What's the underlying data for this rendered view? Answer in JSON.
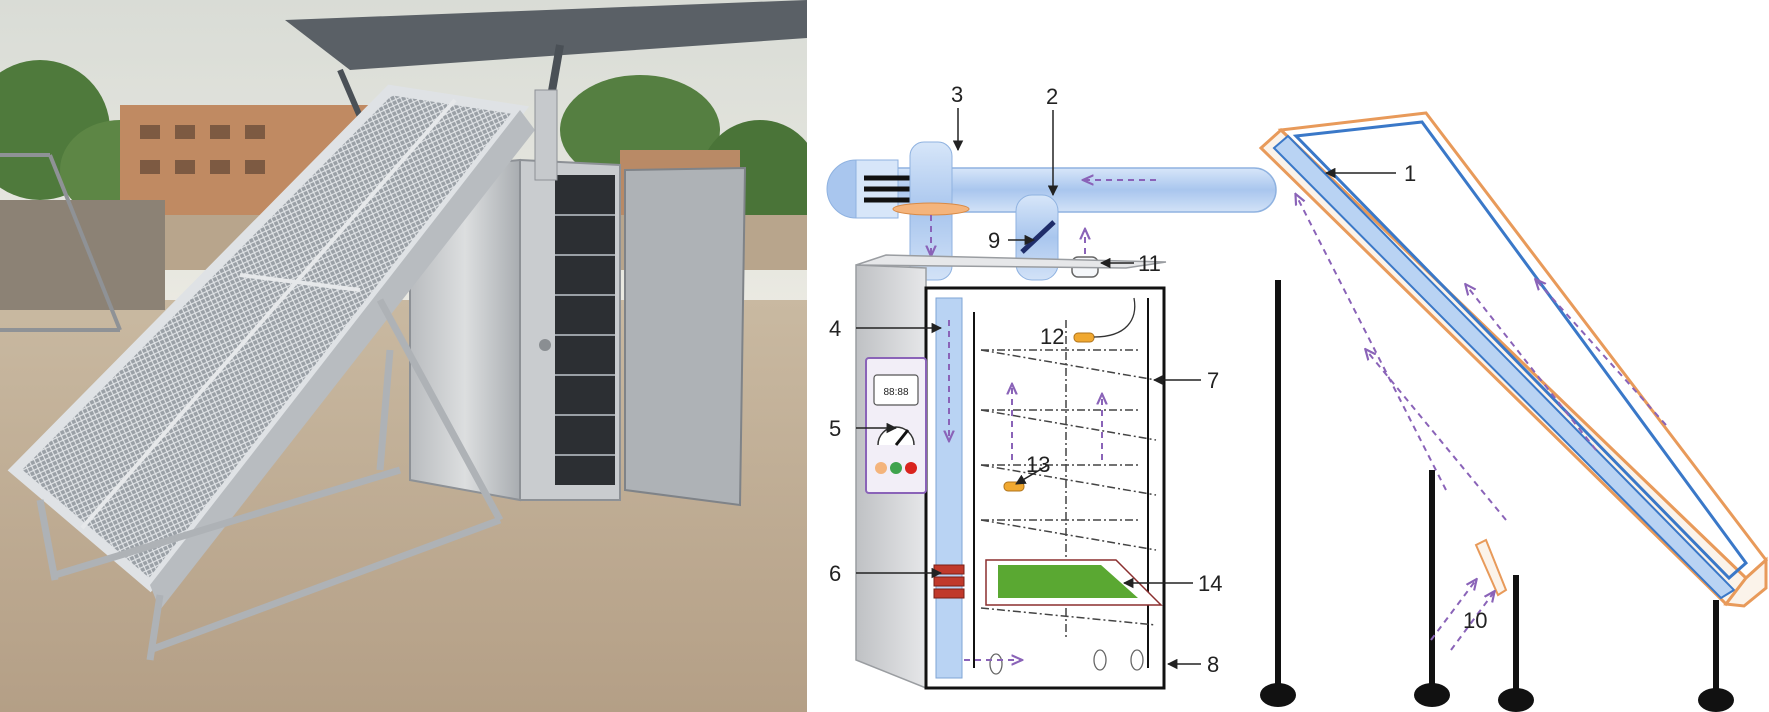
{
  "figure": {
    "panels": [
      "photograph",
      "schematic"
    ],
    "callouts": [
      {
        "id": 1,
        "label": "1"
      },
      {
        "id": 2,
        "label": "2"
      },
      {
        "id": 3,
        "label": "3"
      },
      {
        "id": 4,
        "label": "4"
      },
      {
        "id": 5,
        "label": "5"
      },
      {
        "id": 6,
        "label": "6"
      },
      {
        "id": 7,
        "label": "7"
      },
      {
        "id": 8,
        "label": "8"
      },
      {
        "id": 9,
        "label": "9"
      },
      {
        "id": 10,
        "label": "10"
      },
      {
        "id": 11,
        "label": "11"
      },
      {
        "id": 12,
        "label": "12"
      },
      {
        "id": 13,
        "label": "13"
      },
      {
        "id": 14,
        "label": "14"
      }
    ],
    "display": {
      "value": "88:88"
    },
    "colors": {
      "collector_frame": "#e89a5a",
      "collector_absorber": "#3a78c8",
      "duct": "#b9d3f3",
      "airflow_arrow": "#8a63b8",
      "heater": "#c0392b",
      "tray": "#5aa832",
      "cabinet": "#d9dadc"
    }
  }
}
